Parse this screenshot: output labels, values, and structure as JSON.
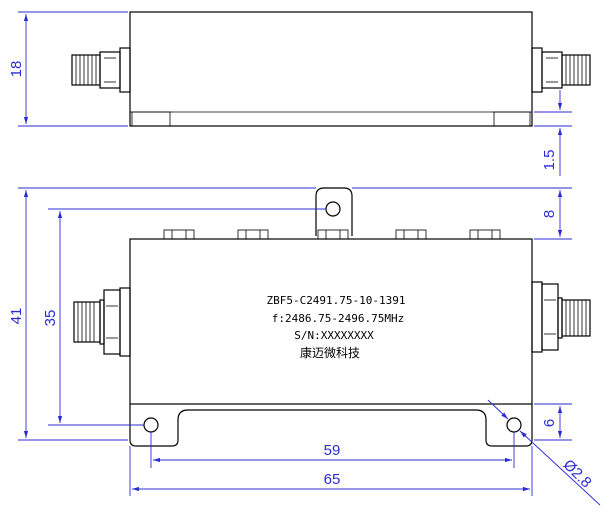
{
  "dimensions": {
    "top_height": "18",
    "offset": "1.5",
    "overall_height": "41",
    "hole_height": "35",
    "tab_top": "8",
    "tab_bottom": "6",
    "hole_spacing": "59",
    "overall_width": "65",
    "hole_diameter": "Ø2.8"
  },
  "label": {
    "model": "ZBF5-C2491.75-10-1391",
    "frequency": "f:2486.75-2496.75MHz",
    "serial": "S/N:XXXXXXXX",
    "maker": "康迈微科技"
  },
  "colors": {
    "dimension": "#2b2bd6",
    "outline": "#000000"
  }
}
